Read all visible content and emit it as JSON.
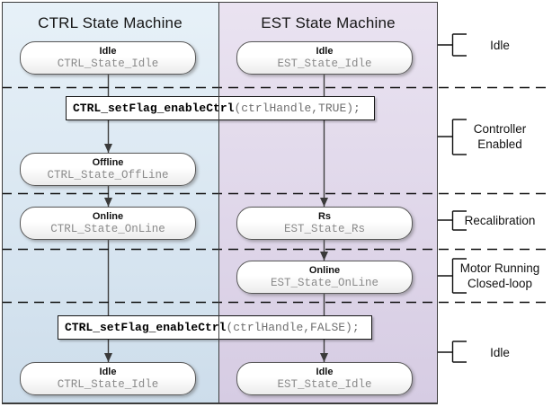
{
  "diagram": {
    "ctrl": {
      "title": "CTRL State Machine",
      "states": [
        {
          "name": "Idle",
          "id": "CTRL_State_Idle"
        },
        {
          "name": "Offline",
          "id": "CTRL_State_OffLine"
        },
        {
          "name": "Online",
          "id": "CTRL_State_OnLine"
        },
        {
          "name": "Idle",
          "id": "CTRL_State_Idle"
        }
      ]
    },
    "est": {
      "title": "EST State Machine",
      "states": [
        {
          "name": "Idle",
          "id": "EST_State_Idle"
        },
        {
          "name": "Rs",
          "id": "EST_State_Rs"
        },
        {
          "name": "Online",
          "id": "EST_State_OnLine"
        },
        {
          "name": "Idle",
          "id": "EST_State_Idle"
        }
      ]
    },
    "code_calls": [
      {
        "function": "CTRL_setFlag_enableCtrl",
        "args": "(ctrlHandle,TRUE);"
      },
      {
        "function": "CTRL_setFlag_enableCtrl",
        "args": "(ctrlHandle,FALSE);"
      }
    ],
    "phases": [
      {
        "label": "Idle"
      },
      {
        "label": "Controller Enabled"
      },
      {
        "label": "Recalibration"
      },
      {
        "label": "Motor Running Closed-loop"
      },
      {
        "label": "Idle"
      }
    ],
    "colors": {
      "ctrl_bg_top": "#e7f1f8",
      "ctrl_bg_bottom": "#cdddeb",
      "est_bg_top": "#eae3f1",
      "est_bg_bottom": "#d6cce3",
      "line": "#3c3c3c",
      "state_border": "#585858",
      "state_id_text": "#8a8a8a",
      "code_args_text": "#6f6f6f"
    }
  }
}
